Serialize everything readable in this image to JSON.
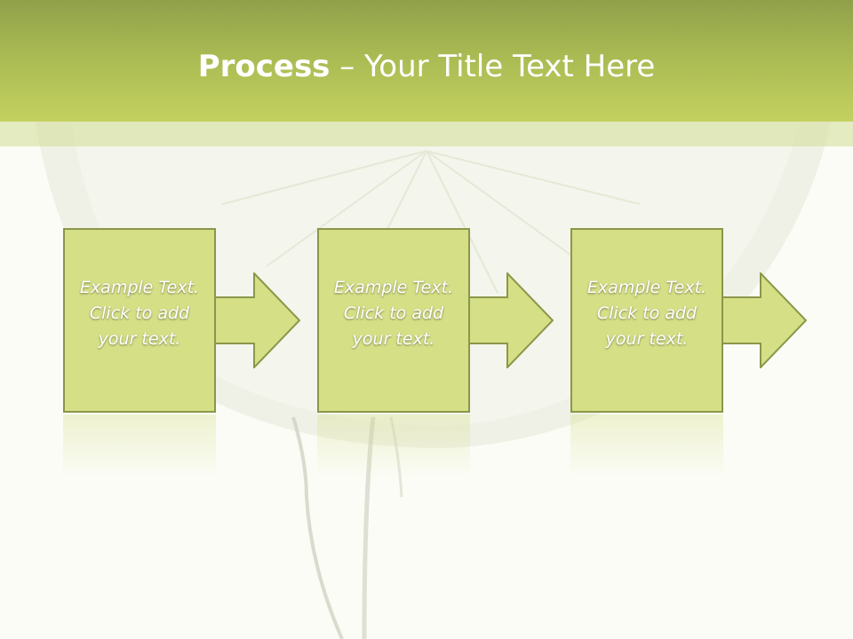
{
  "title": {
    "bold_part": "Process",
    "rest_part": " – Your Title Text Here"
  },
  "steps": [
    {
      "line1": "Example Text.",
      "line2": "Click  to add",
      "line3": "your text."
    },
    {
      "line1": "Example Text.",
      "line2": "Click  to add",
      "line3": "your text."
    },
    {
      "line1": "Example Text.",
      "line2": "Click  to add",
      "line3": "your text."
    }
  ],
  "colors": {
    "header_top": "#8fa04a",
    "header_bottom": "#c3d15f",
    "box_fill": "#d5df86",
    "box_border": "#8a974a",
    "background": "#fbfcf6"
  }
}
